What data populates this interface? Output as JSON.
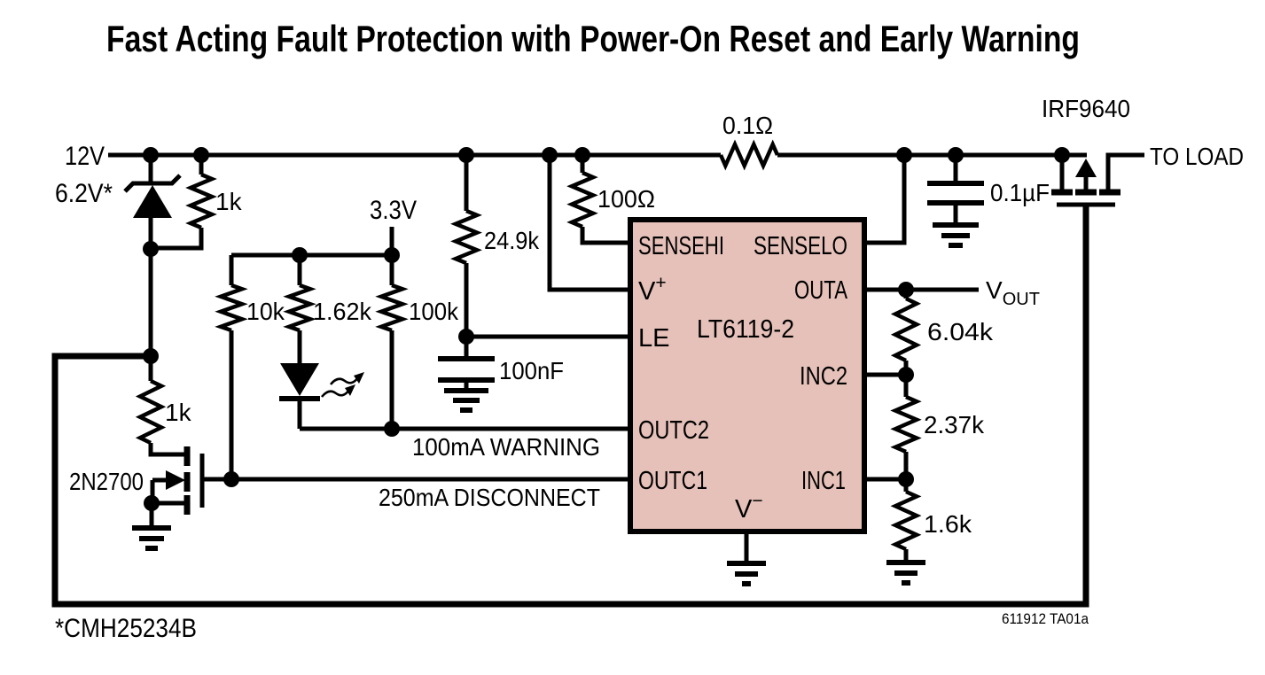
{
  "title": "Fast Acting Fault Protection with Power-On Reset and Early Warning",
  "labels": {
    "v12": "12V",
    "zener": "6.2V*",
    "zener_note": "*CMH25234B",
    "v33": "3.3V",
    "r1k_top": "1k",
    "r1k_bottom": "1k",
    "r10k": "10k",
    "r1_62k": "1.62k",
    "r100k": "100k",
    "r24_9k": "24.9k",
    "r100ohm": "100Ω",
    "rsense": "0.1Ω",
    "r6_04k": "6.04k",
    "r2_37k": "2.37k",
    "r1_6k": "1.6k",
    "c100nf": "100nF",
    "c0_1uf": "0.1µF",
    "nmos": "2N2700",
    "pmos": "IRF9640",
    "to_load": "TO LOAD",
    "vout_base": "V",
    "vout_sub": "OUT",
    "warning": "100mA WARNING",
    "disconnect": "250mA DISCONNECT",
    "doc_id": "611912 TA01a"
  },
  "ic": {
    "part": "LT6119-2",
    "pins": {
      "sensehi": "SENSEHI",
      "senselo": "SENSELO",
      "vplus_base": "V",
      "vplus_sup": "+",
      "outa": "OUTA",
      "le": "LE",
      "inc2": "INC2",
      "outc2": "OUTC2",
      "outc1": "OUTC1",
      "inc1": "INC1",
      "vminus_base": "V",
      "vminus_sup": "−"
    }
  },
  "colors": {
    "ic_fill": "#e6c1b9",
    "line": "#000000",
    "background": "#ffffff"
  }
}
